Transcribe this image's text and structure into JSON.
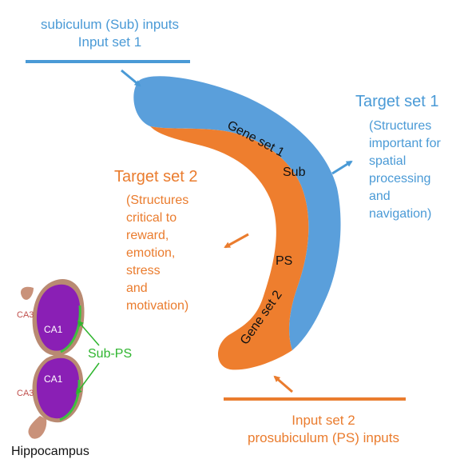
{
  "colors": {
    "blue": "#4a9ad6",
    "orange": "#ea7c2e",
    "green": "#2fb52f",
    "purple": "#8a1fb5",
    "tan": "#c9927a"
  },
  "sub_inputs": {
    "line1": "subiculum (Sub) inputs",
    "line2": "Input set 1"
  },
  "target1": {
    "title": "Target set 1",
    "lines": [
      "(Structures",
      "important for",
      "spatial",
      "processing",
      "and",
      "navigation)"
    ]
  },
  "target2": {
    "title": "Target set 2",
    "lines": [
      "(Structures",
      "critical to",
      "reward,",
      "emotion,",
      "stress",
      "and",
      "motivation)"
    ]
  },
  "arc_labels": {
    "gene_set_1": "Gene set 1",
    "sub": "Sub",
    "ps": "PS",
    "gene_set_2": "Gene set 2"
  },
  "ps_inputs": {
    "line1": "Input set 2",
    "line2": "prosubiculum (PS) inputs"
  },
  "hippocampus": {
    "ca3_top": "CA3",
    "ca1_top": "CA1",
    "ca1_bottom": "CA1",
    "ca3_bottom": "CA3",
    "sub_ps": "Sub-PS",
    "caption": "Hippocampus"
  }
}
